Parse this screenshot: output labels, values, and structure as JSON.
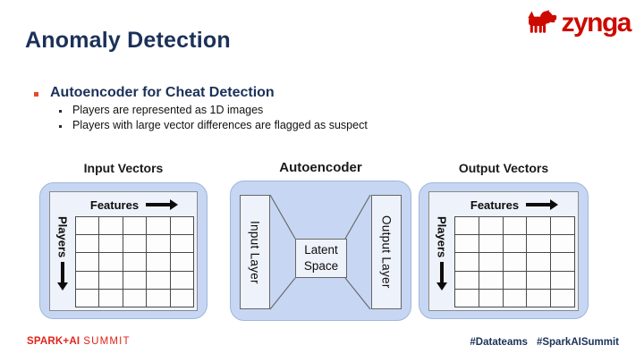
{
  "slide": {
    "title": "Anomaly Detection",
    "logo": {
      "brand": "zynga",
      "icon": "zynga-dog-icon"
    }
  },
  "content": {
    "bullet": "Autoencoder for Cheat Detection",
    "sub_bullets": [
      "Players are represented as 1D images",
      "Players with large vector differences are flagged as suspect"
    ]
  },
  "diagram": {
    "panels": {
      "input": {
        "title": "Input Vectors",
        "features_label": "Features",
        "players_label": "Players",
        "grid": {
          "rows": 5,
          "cols": 5
        }
      },
      "autoencoder": {
        "title": "Autoencoder",
        "input_layer": "Input Layer",
        "latent_line1": "Latent",
        "latent_line2": "Space",
        "output_layer": "Output Layer"
      },
      "output": {
        "title": "Output Vectors",
        "features_label": "Features",
        "players_label": "Players",
        "grid": {
          "rows": 5,
          "cols": 5
        }
      }
    }
  },
  "footer": {
    "conference_bold": "SPARK+AI",
    "conference_light": "SUMMIT",
    "hashtags": [
      "#Datateams",
      "#SparkAISummit"
    ]
  },
  "colors": {
    "navy": "#1b3159",
    "brand-red": "#cc0a00",
    "spark-red": "#e2231a",
    "bullet-red": "#e8492b",
    "panel-blue": "#c7d7f3",
    "panel-border": "#9fb5dc",
    "inner-bg": "#eef2fa",
    "grid-line": "#4a4a4a",
    "text-black": "#111111"
  }
}
